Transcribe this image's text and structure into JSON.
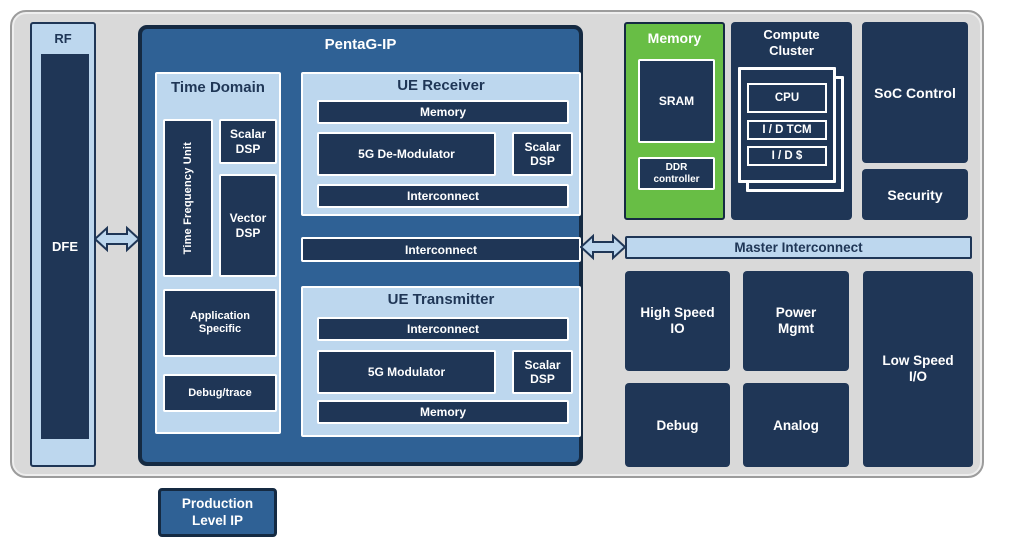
{
  "rf": {
    "title": "RF",
    "dfe_label": "DFE"
  },
  "pentag": {
    "title": "PentaG-IP",
    "time_domain": {
      "title": "Time Domain",
      "time_frequency_unit": "Time Frequency Unit",
      "scalar_dsp": "Scalar\nDSP",
      "vector_dsp": "Vector\nDSP",
      "application_specific": "Application\nSpecific",
      "debug_trace": "Debug/trace"
    },
    "ue_receiver": {
      "title": "UE Receiver",
      "memory": "Memory",
      "demodulator": "5G De-Modulator",
      "scalar_dsp": "Scalar\nDSP",
      "interconnect": "Interconnect"
    },
    "interconnect": "Interconnect",
    "ue_transmitter": {
      "title": "UE Transmitter",
      "interconnect": "Interconnect",
      "modulator": "5G Modulator",
      "scalar_dsp": "Scalar\nDSP",
      "memory": "Memory"
    }
  },
  "memory_block": {
    "title": "Memory",
    "sram": "SRAM",
    "ddr_controller": "DDR\ncontroller"
  },
  "compute_cluster": {
    "title": "Compute\nCluster",
    "cpu": "CPU",
    "id_tcm": "I / D TCM",
    "id_cache": "I / D $"
  },
  "soc_control": "SoC Control",
  "security": "Security",
  "master_interconnect": "Master Interconnect",
  "io_blocks": {
    "high_speed_io": "High Speed\nIO",
    "power_mgmt": "Power\nMgmt",
    "low_speed_io": "Low Speed\nI/O",
    "debug": "Debug",
    "analog": "Analog"
  },
  "legend": {
    "production_level_ip": "Production\nLevel IP"
  },
  "colors": {
    "navy": "#1f3656",
    "navy_deep": "#152a42",
    "blue": "#2f6195",
    "light_blue": "#bdd7ee",
    "green": "#68be45",
    "gray": "#d9d9d9"
  }
}
